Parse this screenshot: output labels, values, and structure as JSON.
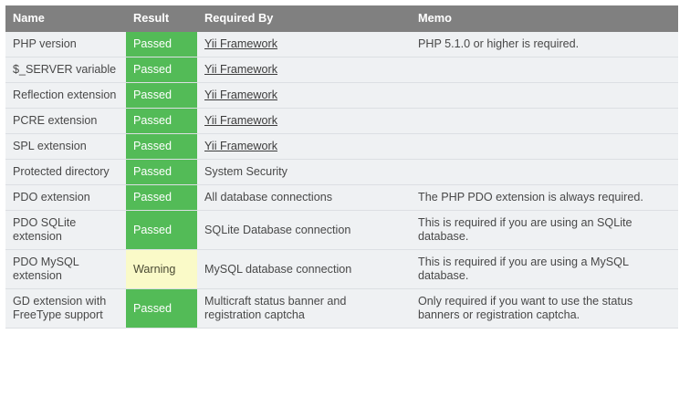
{
  "table": {
    "columns": [
      {
        "key": "name",
        "label": "Name"
      },
      {
        "key": "result",
        "label": "Result"
      },
      {
        "key": "req",
        "label": "Required By"
      },
      {
        "key": "memo",
        "label": "Memo"
      }
    ],
    "status_labels": {
      "passed": "Passed",
      "warning": "Warning"
    },
    "colors": {
      "header_bg": "#808080",
      "header_text": "#ffffff",
      "row_bg": "#eff1f3",
      "row_border": "#dcdfe3",
      "passed_bg": "#53bb57",
      "passed_text": "#ffffff",
      "warning_bg": "#fafac8",
      "warning_text": "#4a4a33",
      "text": "#484848",
      "link_text": "#3c3c3c",
      "page_bg": "#ffffff"
    },
    "rows": [
      {
        "name": "PHP version",
        "result": "Passed",
        "status": "passed",
        "required_by": "Yii Framework",
        "required_by_is_link": true,
        "memo": "PHP 5.1.0 or higher is required."
      },
      {
        "name": "$_SERVER variable",
        "result": "Passed",
        "status": "passed",
        "required_by": "Yii Framework",
        "required_by_is_link": true,
        "memo": ""
      },
      {
        "name": "Reflection extension",
        "result": "Passed",
        "status": "passed",
        "required_by": "Yii Framework",
        "required_by_is_link": true,
        "memo": ""
      },
      {
        "name": "PCRE extension",
        "result": "Passed",
        "status": "passed",
        "required_by": "Yii Framework",
        "required_by_is_link": true,
        "memo": ""
      },
      {
        "name": "SPL extension",
        "result": "Passed",
        "status": "passed",
        "required_by": "Yii Framework",
        "required_by_is_link": true,
        "memo": ""
      },
      {
        "name": "Protected directory",
        "result": "Passed",
        "status": "passed",
        "required_by": "System Security",
        "required_by_is_link": false,
        "memo": ""
      },
      {
        "name": "PDO extension",
        "result": "Passed",
        "status": "passed",
        "required_by": "All database connections",
        "required_by_is_link": false,
        "memo": "The PHP PDO extension is always required."
      },
      {
        "name": "PDO SQLite extension",
        "result": "Passed",
        "status": "passed",
        "required_by": "SQLite Database connection",
        "required_by_is_link": false,
        "memo": "This is required if you are using an SQLite database."
      },
      {
        "name": "PDO MySQL extension",
        "result": "Warning",
        "status": "warning",
        "required_by": "MySQL database connection",
        "required_by_is_link": false,
        "memo": "This is required if you are using a MySQL database."
      },
      {
        "name": "GD extension with FreeType support",
        "result": "Passed",
        "status": "passed",
        "required_by": "Multicraft status banner and registration captcha",
        "required_by_is_link": false,
        "memo": "Only required if you want to use the status banners or registration captcha."
      }
    ]
  }
}
